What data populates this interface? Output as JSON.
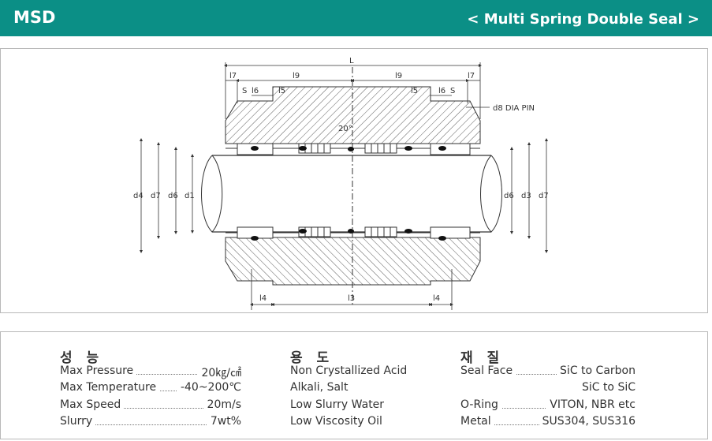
{
  "header": {
    "brand": "MSD",
    "subtitle": "< Multi Spring Double Seal >"
  },
  "drawing": {
    "labels": {
      "L": "L",
      "l7": "l7",
      "l9": "l9",
      "l5": "l5",
      "l6": "l6",
      "s": "S",
      "angle": "20°",
      "pin": "d8 DIA PIN",
      "d4": "d4",
      "d7": "d7",
      "d6": "d6",
      "d1": "d1",
      "d3": "d3",
      "l4": "l4",
      "l3": "l3"
    }
  },
  "specs": {
    "performance": {
      "title": "성 능",
      "rows": [
        {
          "label": "Max Pressure",
          "value": "20㎏/㎠"
        },
        {
          "label": "Max Temperature",
          "value": "-40~200℃"
        },
        {
          "label": "Max Speed",
          "value": "20m/s"
        },
        {
          "label": "Slurry",
          "value": "7wt%"
        }
      ]
    },
    "application": {
      "title": "용 도",
      "items": [
        "Non Crystallized Acid",
        "Alkali, Salt",
        "Low Slurry Water",
        "Low Viscosity Oil"
      ]
    },
    "material": {
      "title": "재 질",
      "rows": [
        {
          "label": "Seal Face",
          "value": "SiC to Carbon"
        },
        {
          "label": "",
          "value": "SiC to SiC"
        },
        {
          "label": "O-Ring",
          "value": "VITON, NBR etc"
        },
        {
          "label": "Metal",
          "value": "SUS304, SUS316"
        }
      ]
    }
  }
}
